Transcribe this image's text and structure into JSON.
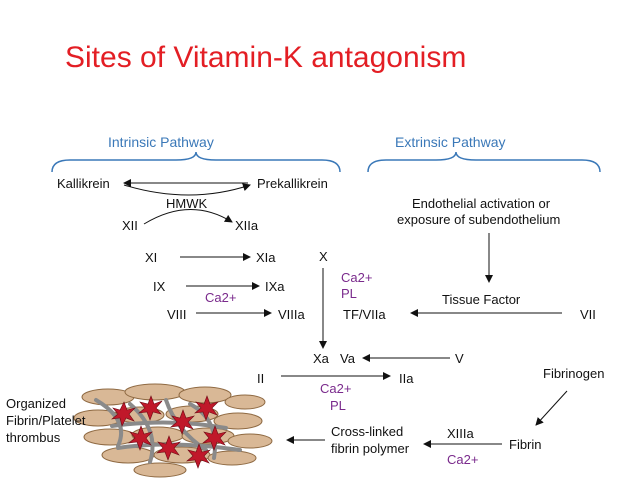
{
  "title": "Sites of Vitamin-K antagonism",
  "headers": {
    "intrinsic": "Intrinsic Pathway",
    "extrinsic": "Extrinsic Pathway"
  },
  "intrinsic": {
    "kallikrein": "Kallikrein",
    "prekallikrein": "Prekallikrein",
    "hmwk": "HMWK",
    "xii": "XII",
    "xiia": "XIIa",
    "xi": "XI",
    "xia": "XIa",
    "ix": "IX",
    "ixa": "IXa",
    "ix_cofactor": "Ca2+",
    "viii": "VIII",
    "viiia": "VIIIa"
  },
  "common": {
    "x": "X",
    "x_cofactor_1": "Ca2+",
    "x_cofactor_2": "PL",
    "tf_viia": "TF/VIIa",
    "xa": "Xa",
    "va": "Va",
    "v": "V",
    "ii": "II",
    "iia": "IIa",
    "ii_cofactor_1": "Ca2+",
    "ii_cofactor_2": "PL",
    "fibrinogen": "Fibrinogen",
    "fibrin": "Fibrin",
    "xiiia": "XIIIa",
    "xiii_cofactor": "Ca2+",
    "crosslinked_1": "Cross-linked",
    "crosslinked_2": "fibrin polymer"
  },
  "extrinsic": {
    "endothelial_1": "Endothelial activation or",
    "endothelial_2": "exposure of subendothelium",
    "tissue_factor": "Tissue Factor",
    "vii": "VII"
  },
  "thrombus": {
    "line1": "Organized",
    "line2": "Fibrin/Platelet",
    "line3": "thrombus"
  },
  "colors": {
    "title": "#e31e24",
    "header": "#3a78b8",
    "cofactor": "#7a2a8c",
    "platelet": "#d9b896",
    "clot": "#c0182a",
    "fibrin_strand": "#8a8a8a"
  }
}
